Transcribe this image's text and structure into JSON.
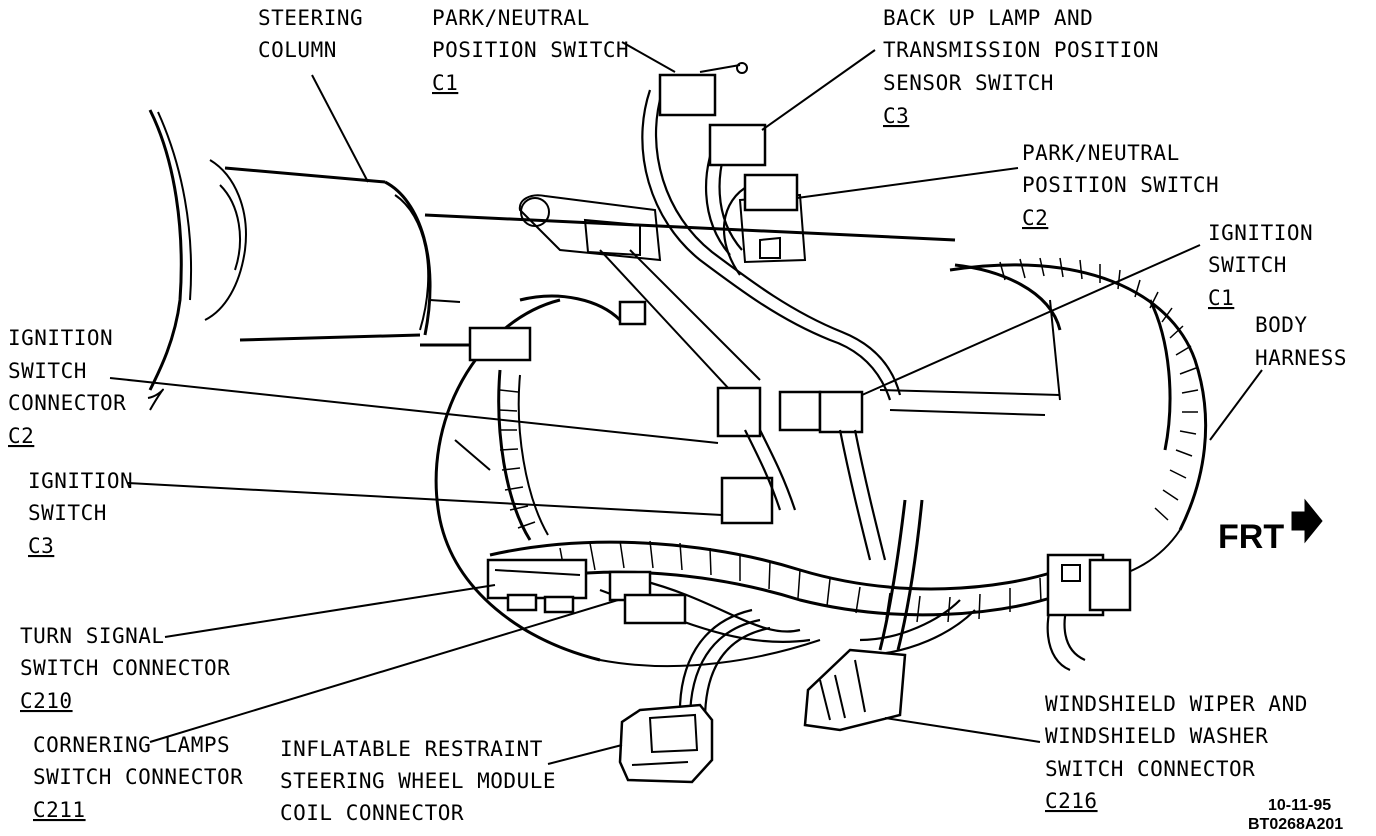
{
  "labels": {
    "steering_column": [
      "STEERING",
      "COLUMN"
    ],
    "park_neutral_c1": [
      "PARK/NEUTRAL",
      "POSITION SWITCH",
      "C1"
    ],
    "backup_lamp_c3": [
      "BACK UP LAMP AND",
      "TRANSMISSION POSITION",
      "SENSOR SWITCH",
      "C3"
    ],
    "park_neutral_c2": [
      "PARK/NEUTRAL",
      "POSITION SWITCH",
      "C2"
    ],
    "ignition_switch_c1": [
      "IGNITION",
      "SWITCH",
      "C1"
    ],
    "body_harness": [
      "BODY",
      "HARNESS"
    ],
    "ignition_switch_connector_c2": [
      "IGNITION",
      "SWITCH",
      "CONNECTOR",
      "C2"
    ],
    "ignition_switch_c3": [
      "IGNITION",
      "SWITCH",
      "C3"
    ],
    "turn_signal_c210": [
      "TURN SIGNAL",
      "SWITCH CONNECTOR",
      "C210"
    ],
    "cornering_lamps_c211": [
      "CORNERING LAMPS",
      "SWITCH CONNECTOR",
      "C211"
    ],
    "inflatable_restraint": [
      "INFLATABLE RESTRAINT",
      "STEERING WHEEL MODULE",
      "COIL CONNECTOR"
    ],
    "windshield_wiper_c216": [
      "WINDSHIELD WIPER AND",
      "WINDSHIELD WASHER",
      "SWITCH CONNECTOR",
      "C216"
    ]
  },
  "direction_marker": "FRT",
  "stamp": {
    "date": "10-11-95",
    "code": "BT0268A201"
  }
}
